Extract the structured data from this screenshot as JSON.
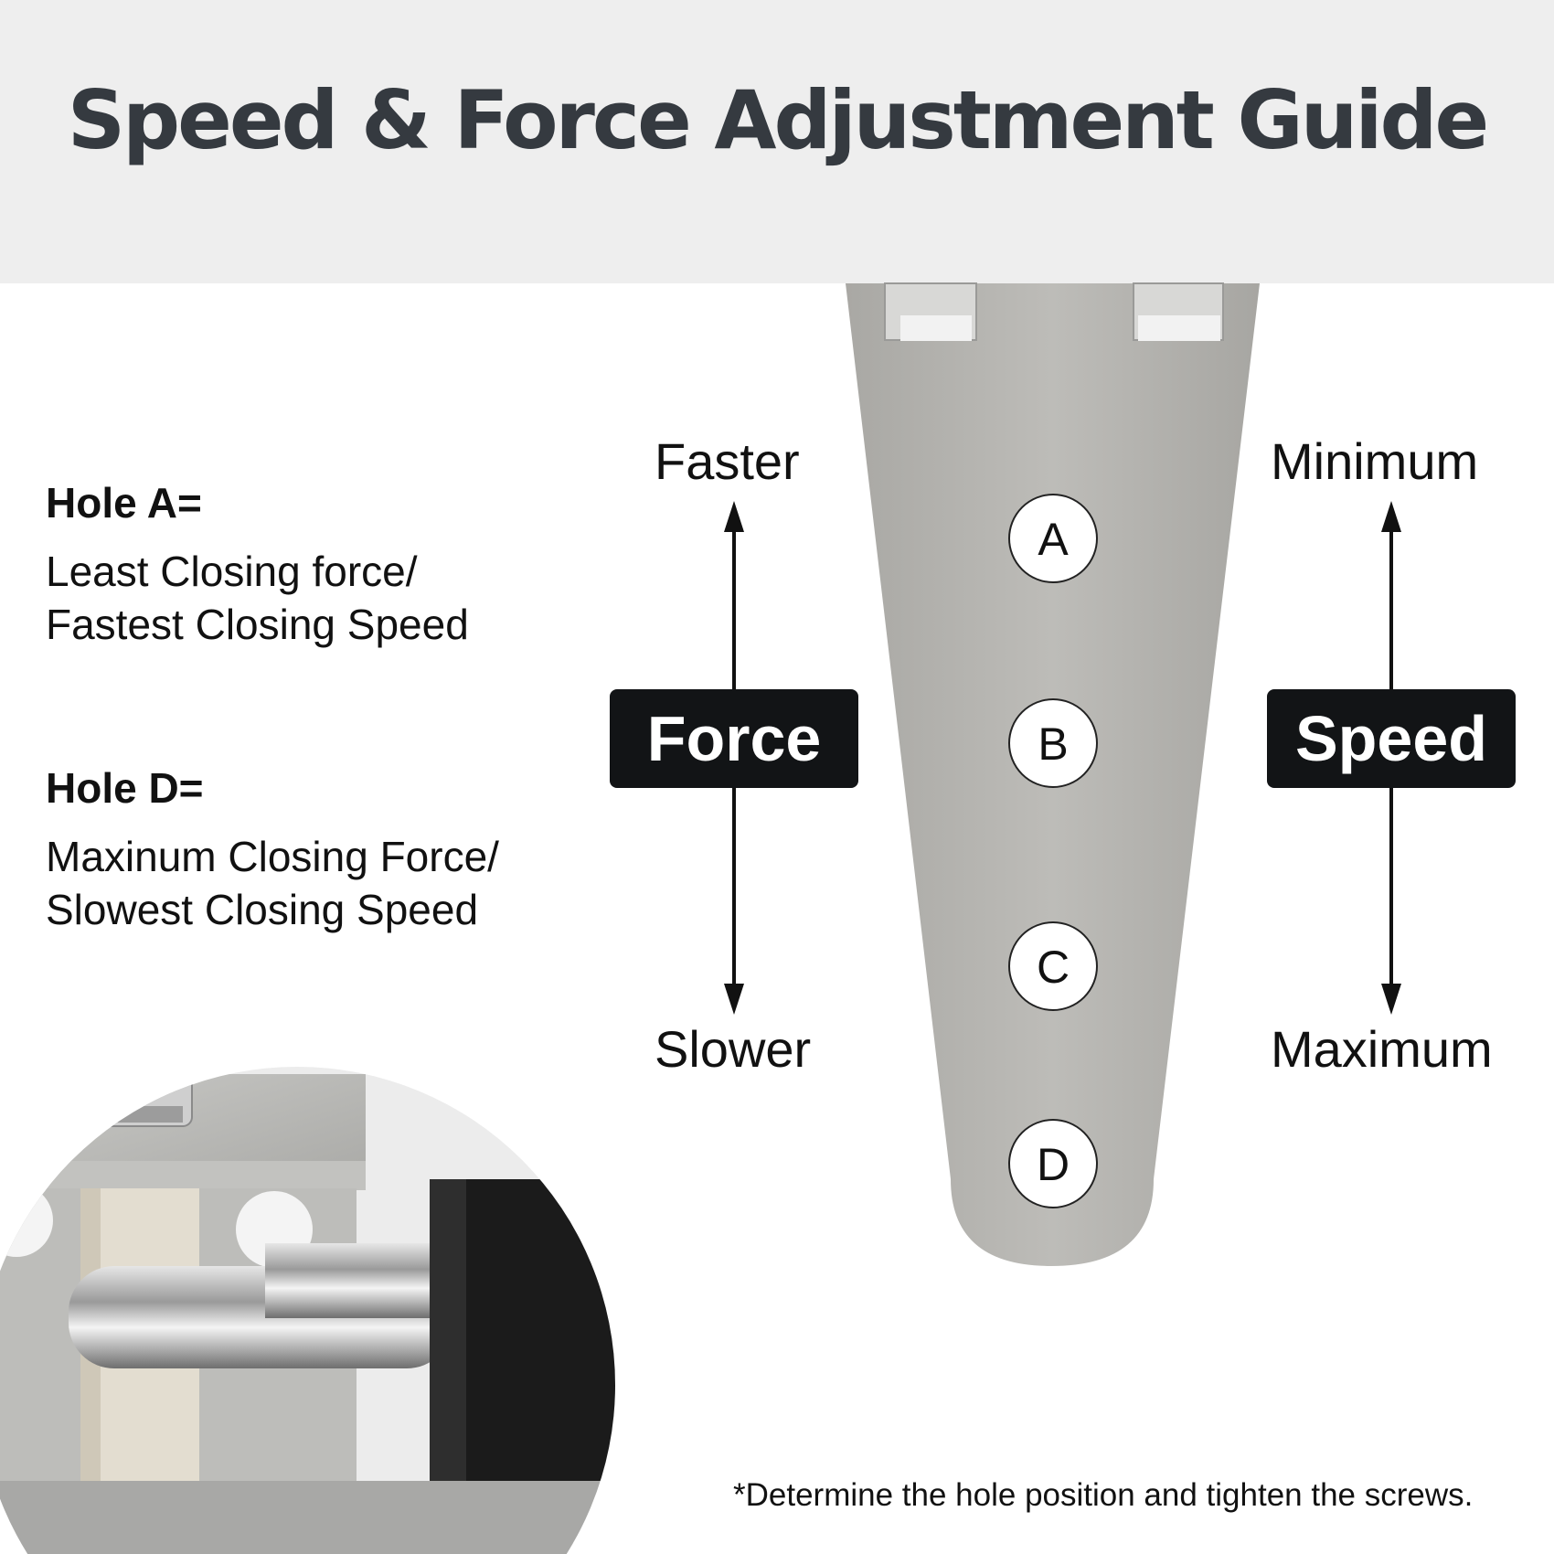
{
  "title": "Speed & Force Adjustment Guide",
  "hole_a": {
    "title": "Hole A=",
    "line1": "Least Closing force/",
    "line2": "Fastest Closing Speed"
  },
  "hole_d": {
    "title": "Hole D=",
    "line1": "Maxinum Closing Force/",
    "line2": "Slowest Closing Speed"
  },
  "force_scale": {
    "label": "Force",
    "top": "Faster",
    "bottom": "Slower"
  },
  "speed_scale": {
    "label": "Speed",
    "top": "Minimum",
    "bottom": "Maximum"
  },
  "holes": [
    "A",
    "B",
    "C",
    "D"
  ],
  "footnote": "*Determine the hole position and tighten the screws.",
  "colors": {
    "header_bg": "#eeeeee",
    "title_text": "#353a40",
    "label_box": "#121416",
    "plate": "#b6b5b1"
  }
}
